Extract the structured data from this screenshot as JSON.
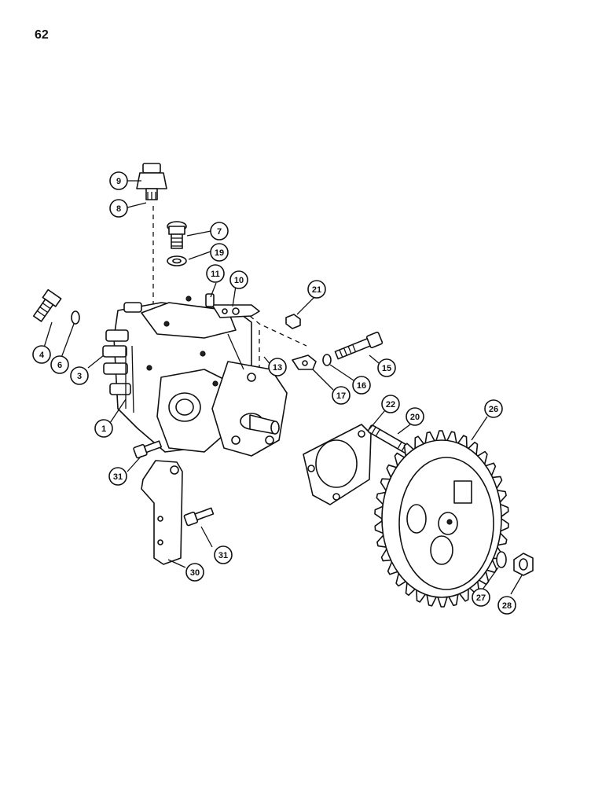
{
  "page": {
    "number": "62"
  },
  "callouts": {
    "c1": "1",
    "c3": "3",
    "c4": "4",
    "c6": "6",
    "c7": "7",
    "c8": "8",
    "c9": "9",
    "c10": "10",
    "c11": "11",
    "c13": "13",
    "c15": "15",
    "c16": "16",
    "c17": "17",
    "c19": "19",
    "c20": "20",
    "c21": "21",
    "c22": "22",
    "c26": "26",
    "c27": "27",
    "c28": "28",
    "c30": "30",
    "c31a": "31",
    "c31b": "31"
  },
  "parts": {
    "injection_pump": "injection-pump",
    "drive_gear": "drive-gear",
    "gasket": "gasket",
    "support_bracket": "support-bracket",
    "solenoid": "solenoid",
    "capscrew": "capscrew"
  },
  "colors": {
    "ink": "#111111",
    "paper": "#ffffff"
  }
}
